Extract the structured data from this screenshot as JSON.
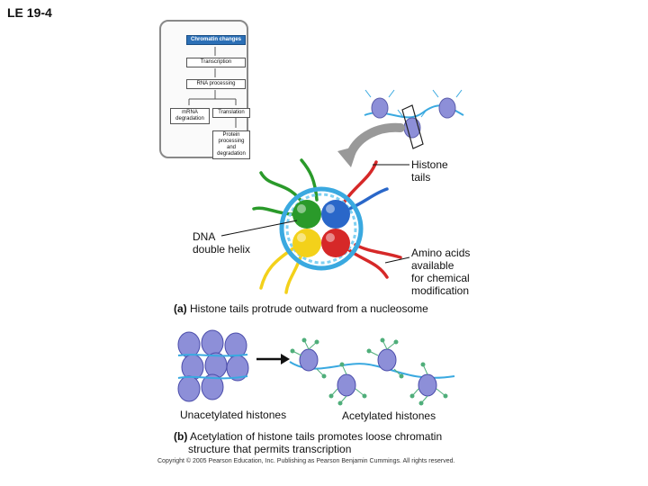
{
  "figure_label": "LE 19-4",
  "flowchart": {
    "chromatin": "Chromatin changes",
    "transcription": "Transcription",
    "rna": "RNA processing",
    "mrna": "mRNA degradation",
    "translation": "Translation",
    "protein": "Protein processing and degradation"
  },
  "labels": {
    "histone_tails": [
      "Histone",
      "tails"
    ],
    "dna": [
      "DNA",
      "double helix"
    ],
    "amino": [
      "Amino acids",
      "available",
      "for chemical",
      "modification"
    ]
  },
  "panel_a": {
    "letter": "(a)",
    "text": "Histone tails protrude outward from a nucleosome"
  },
  "panel_b": {
    "letter": "(b)",
    "line1": "Acetylation of histone tails promotes loose chromatin",
    "line2": "structure that permits transcription",
    "unacetylated": "Unacetylated histones",
    "acetylated": "Acetylated histones"
  },
  "copyright": "Copyright © 2005 Pearson Education, Inc. Publishing as Pearson Benjamin Cummings. All rights reserved.",
  "colors": {
    "green": "#2a9a2a",
    "blue": "#2a67c9",
    "yellow": "#f3d11a",
    "red": "#d62828",
    "dna": "#3aa9e0",
    "histone_purple": "#8d8fd8",
    "tail_green": "#4fae7a"
  }
}
